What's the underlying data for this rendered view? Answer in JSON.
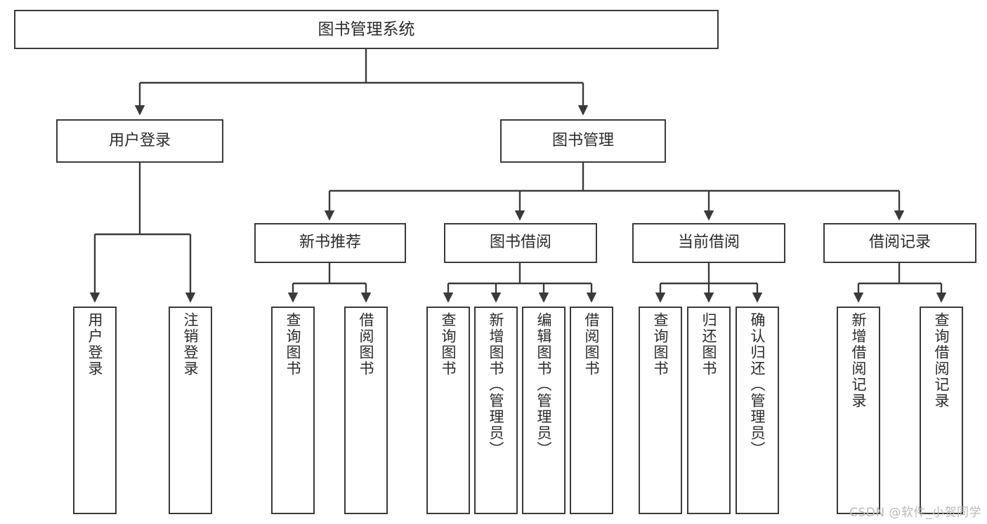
{
  "diagram": {
    "title": "图书管理系统",
    "watermark": "CSDN @软件_小贺同学",
    "root": {
      "label": "图书管理系统"
    },
    "level1": [
      {
        "label": "用户登录"
      },
      {
        "label": "图书管理"
      }
    ],
    "level2": [
      {
        "label": "新书推荐"
      },
      {
        "label": "图书借阅"
      },
      {
        "label": "当前借阅"
      },
      {
        "label": "借阅记录"
      }
    ],
    "leaves": {
      "user_login": [
        {
          "label": "用户登录"
        },
        {
          "label": "注销登录"
        }
      ],
      "new_book": [
        {
          "label": "查询图书"
        },
        {
          "label": "借阅图书"
        }
      ],
      "borrow_book": [
        {
          "label": "查询图书"
        },
        {
          "label": "新增图书（管理员）"
        },
        {
          "label": "编辑图书（管理员）"
        },
        {
          "label": "借阅图书"
        }
      ],
      "current_borrow": [
        {
          "label": "查询图书"
        },
        {
          "label": "归还图书"
        },
        {
          "label": "确认归还（管理员）"
        }
      ],
      "borrow_record": [
        {
          "label": "新增借阅记录"
        },
        {
          "label": "查询借阅记录"
        }
      ]
    },
    "colors": {
      "stroke": "#3a3a3a",
      "fill": "#ffffff",
      "text": "#2b2b2b",
      "watermark": "#b9b9b9"
    }
  }
}
